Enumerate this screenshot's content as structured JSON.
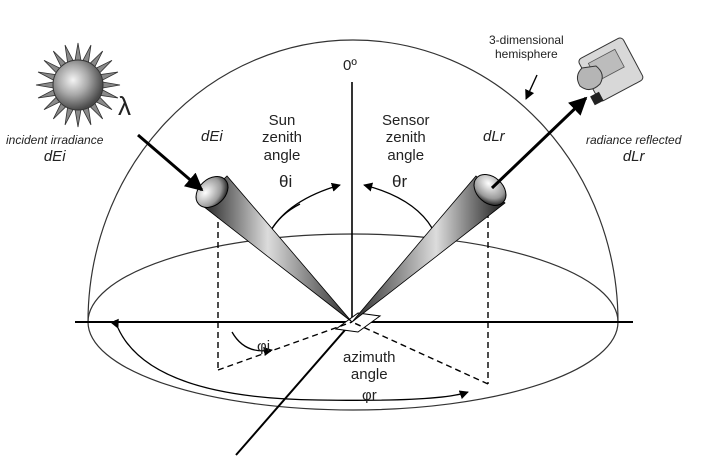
{
  "labels": {
    "zero_degree": "0º",
    "lambda": "λ",
    "hemisphere_line1": "3-dimensional",
    "hemisphere_line2": "hemisphere",
    "sun_zenith_line1": "Sun",
    "sun_zenith_line2": "zenith",
    "sun_zenith_line3": "angle",
    "sensor_zenith_line1": "Sensor",
    "sensor_zenith_line2": "zenith",
    "sensor_zenith_line3": "angle",
    "theta_i": "θi",
    "theta_r": "θr",
    "incident_line1": "incident irradiance",
    "incident_line2": "dEi",
    "dEi": "dEi",
    "dLr": "dLr",
    "reflected_line1": "radiance reflected",
    "reflected_line2": "dLr",
    "phi_i": "φi",
    "phi_r": "φr",
    "azimuth_line1": "azimuth",
    "azimuth_line2": "angle"
  },
  "icons": {
    "sun": "sun-icon",
    "sensor": "handheld-spectroradiometer-icon"
  }
}
